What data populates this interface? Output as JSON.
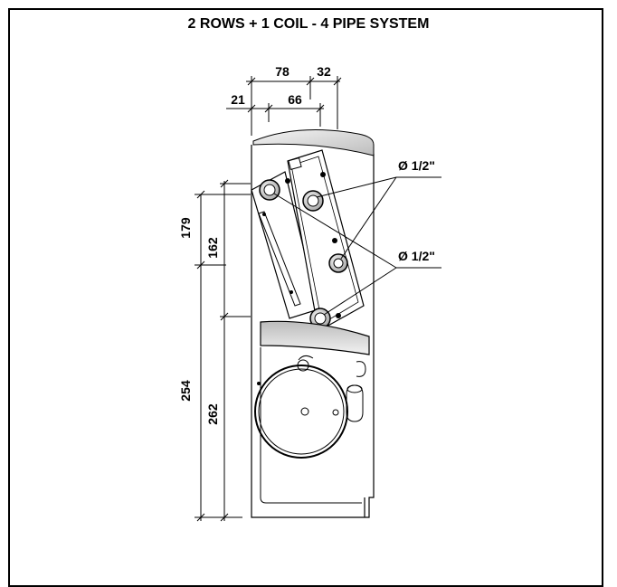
{
  "title": "2 ROWS + 1 COIL - 4 PIPE SYSTEM",
  "dimensions": {
    "top_width": "78",
    "top_right": "32",
    "top_left_offset": "21",
    "top_inner": "66",
    "left_upper_outer": "179",
    "left_upper_inner": "162",
    "left_lower_outer": "254",
    "left_lower_inner": "262"
  },
  "callouts": {
    "pipe_upper": "Ø 1/2\"",
    "pipe_lower": "Ø 1/2\""
  },
  "colors": {
    "line": "#000000",
    "background": "#ffffff",
    "shade": "#d8d8d8"
  }
}
